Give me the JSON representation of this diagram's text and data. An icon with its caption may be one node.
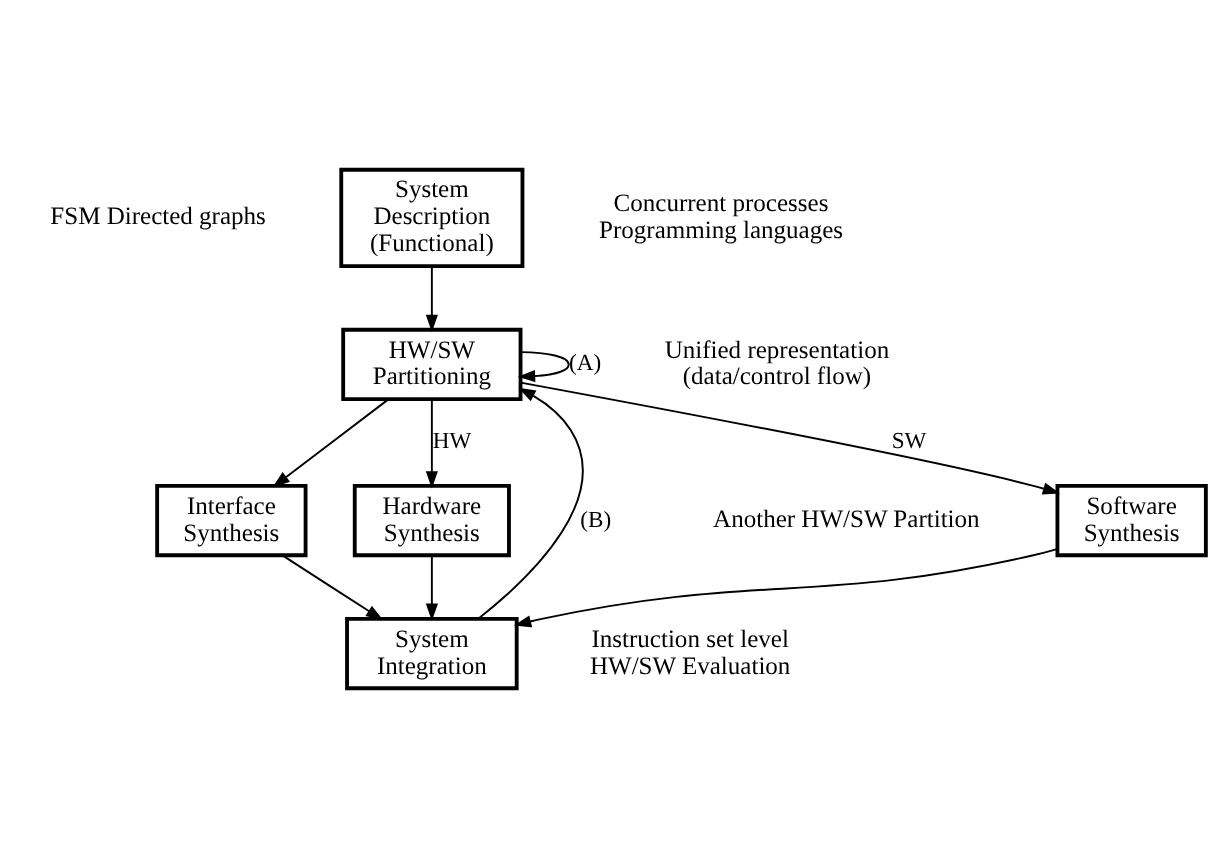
{
  "diagram": {
    "nodes": [
      {
        "text": [
          "System Description (Functional)"
        ]
      },
      {
        "text": [
          "HW/SW Partitioning"
        ]
      },
      {
        "text": [
          "Software Synthesis"
        ]
      },
      {
        "text": [
          "Interface Synthesis"
        ]
      },
      {
        "text": [
          "Hardware Synthesis"
        ]
      },
      {
        "text": [
          "System Integration"
        ]
      }
    ],
    "edges": [
      {
        "from": 0,
        "to": 1,
        "arrow": "to"
      },
      {
        "from": 1,
        "to": 2,
        "arrow": "to",
        "label": "SW"
      },
      {
        "from": 1,
        "to": 3,
        "arrow": "to"
      },
      {
        "from": 1,
        "to": 4,
        "arrow": "to",
        "label": "HW"
      },
      {
        "from": 2,
        "to": 5,
        "arrow": "to"
      },
      {
        "from": 3,
        "to": 5,
        "arrow": "to"
      },
      {
        "from": 4,
        "to": 5,
        "arrow": "to"
      },
      {
        "from": 1,
        "to": 1,
        "arrow": "to",
        "label": "(A)"
      },
      {
        "from": 5,
        "to": 1,
        "arrow": "to",
        "label": "(B)"
      }
    ],
    "labels": [
      "FSM Directed graphs",
      "Concurrent processes Programming languages",
      "Unified representation (data/control flow)",
      "Another HW/SW Partition",
      "Instruction set level HW/SW Evaluation"
    ]
  }
}
